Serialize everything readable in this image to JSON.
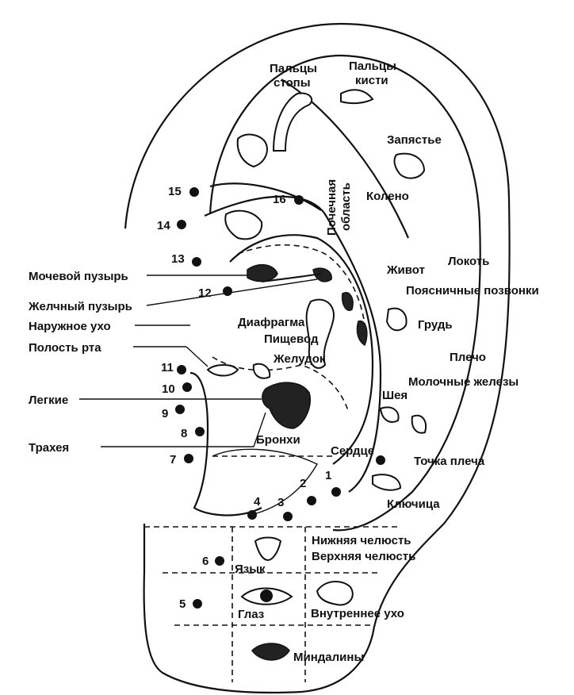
{
  "labels": {
    "toes": "Пальцы\nстопы",
    "fingers": "Пальцы\nкисти",
    "wrist": "Запястье",
    "renal": "Почечная\nобласть",
    "knee": "Колено",
    "abdomen": "Живот",
    "elbow": "Локоть",
    "lumbar": "Поясничные позвонки",
    "chest": "Грудь",
    "shoulder": "Плечо",
    "mammary": "Молочные железы",
    "neck": "Шея",
    "shoulder_point": "Точка плеча",
    "clavicle": "Ключица",
    "heart": "Сердце",
    "bronchi": "Бронхи",
    "diaphragm": "Диафрагма",
    "esophagus": "Пищевод",
    "stomach": "Желудок",
    "bladder": "Мочевой пузырь",
    "gallbladder": "Желчный пузырь",
    "outer_ear": "Наружное ухо",
    "mouth": "Полость рта",
    "lungs": "Легкие",
    "trachea": "Трахея",
    "lower_jaw": "Нижняя челюсть",
    "upper_jaw": "Верхняя челюсть",
    "tongue": "Язык",
    "eye": "Глаз",
    "inner_ear": "Внутреннее ухо",
    "tonsils": "Миндалины"
  },
  "points": {
    "p1": "1",
    "p2": "2",
    "p3": "3",
    "p4": "4",
    "p5": "5",
    "p6": "6",
    "p7": "7",
    "p8": "8",
    "p9": "9",
    "p10": "10",
    "p11": "11",
    "p12": "12",
    "p13": "13",
    "p14": "14",
    "p15": "15",
    "p16": "16"
  }
}
